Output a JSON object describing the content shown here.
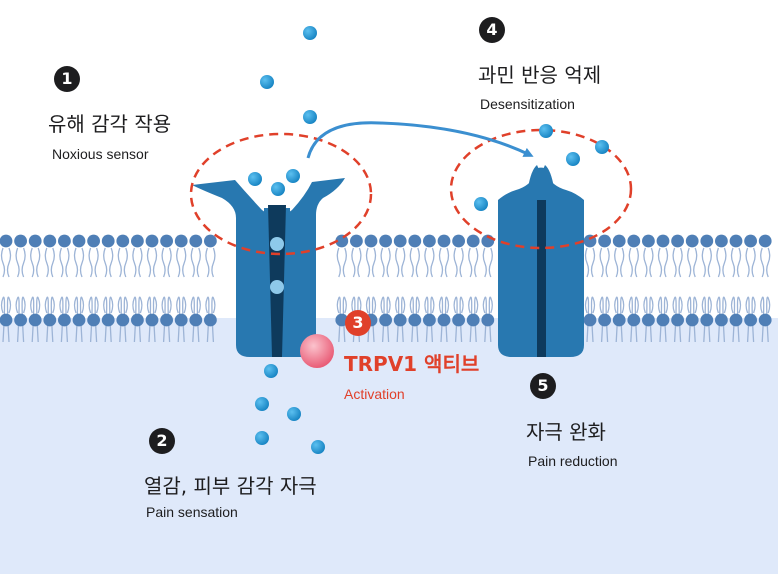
{
  "steps": [
    {
      "number": "1",
      "title": "유해 감각 작용",
      "subtitle": "Noxious sensor"
    },
    {
      "number": "2",
      "title": "열감, 피부 감각 자극",
      "subtitle": "Pain sensation"
    },
    {
      "number": "3",
      "title": "TRPV1 액티브",
      "subtitle": "Activation"
    },
    {
      "number": "4",
      "title": "과민 반응 억제",
      "subtitle": "Desensitization"
    },
    {
      "number": "5",
      "title": "자극 완화",
      "subtitle": "Pain reduction"
    }
  ],
  "colors": {
    "channel": "#2878b0",
    "channel_pore": "#0e3a5c",
    "ion": "#1f95d3",
    "membrane_head": "#4f7fb6",
    "cytoplasm": "#dfe9fa",
    "highlight_ring": "#e0402a",
    "capsaicin": "#ee7186",
    "label_dark": "#1d1d1f",
    "label_accent": "#e0402a"
  }
}
